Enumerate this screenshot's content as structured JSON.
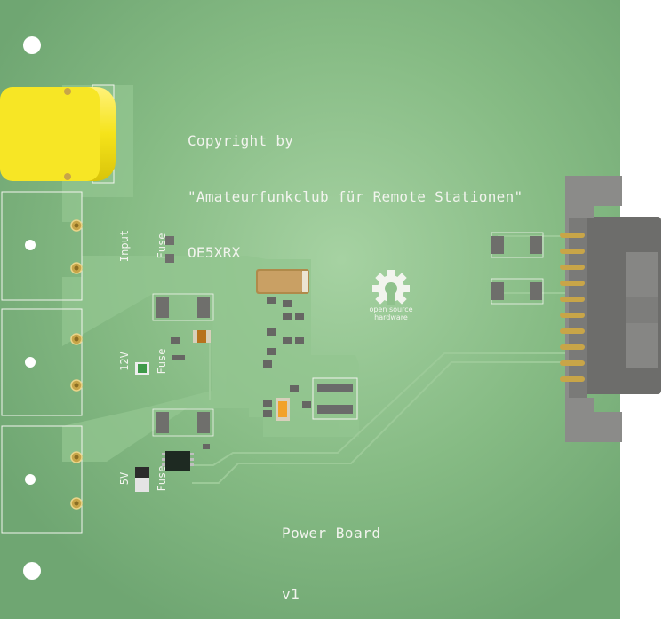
{
  "silkscreen": {
    "copyright_lines": [
      "Copyright by",
      "\"Amateurfunkclub für Remote Stationen\"",
      "OE5XRX"
    ],
    "board_name": "Power Board",
    "version": "v1",
    "fuse_labels": [
      {
        "line1": "Input",
        "line2": "Fuse"
      },
      {
        "line1": "12V",
        "line2": "Fuse"
      },
      {
        "line1": "5V",
        "line2": "Fuse"
      }
    ],
    "osh_logo": {
      "line1": "open source",
      "line2": "hardware"
    }
  },
  "colors": {
    "board": "#79b07b",
    "board_highlight": "#a6d2a2",
    "copper_pour": "#92c28f",
    "silkscreen": "#f2f4ee",
    "fuse_holder": "#f5e31a",
    "pad_gold": "#c8a548",
    "connector": "#7e7e7c"
  }
}
